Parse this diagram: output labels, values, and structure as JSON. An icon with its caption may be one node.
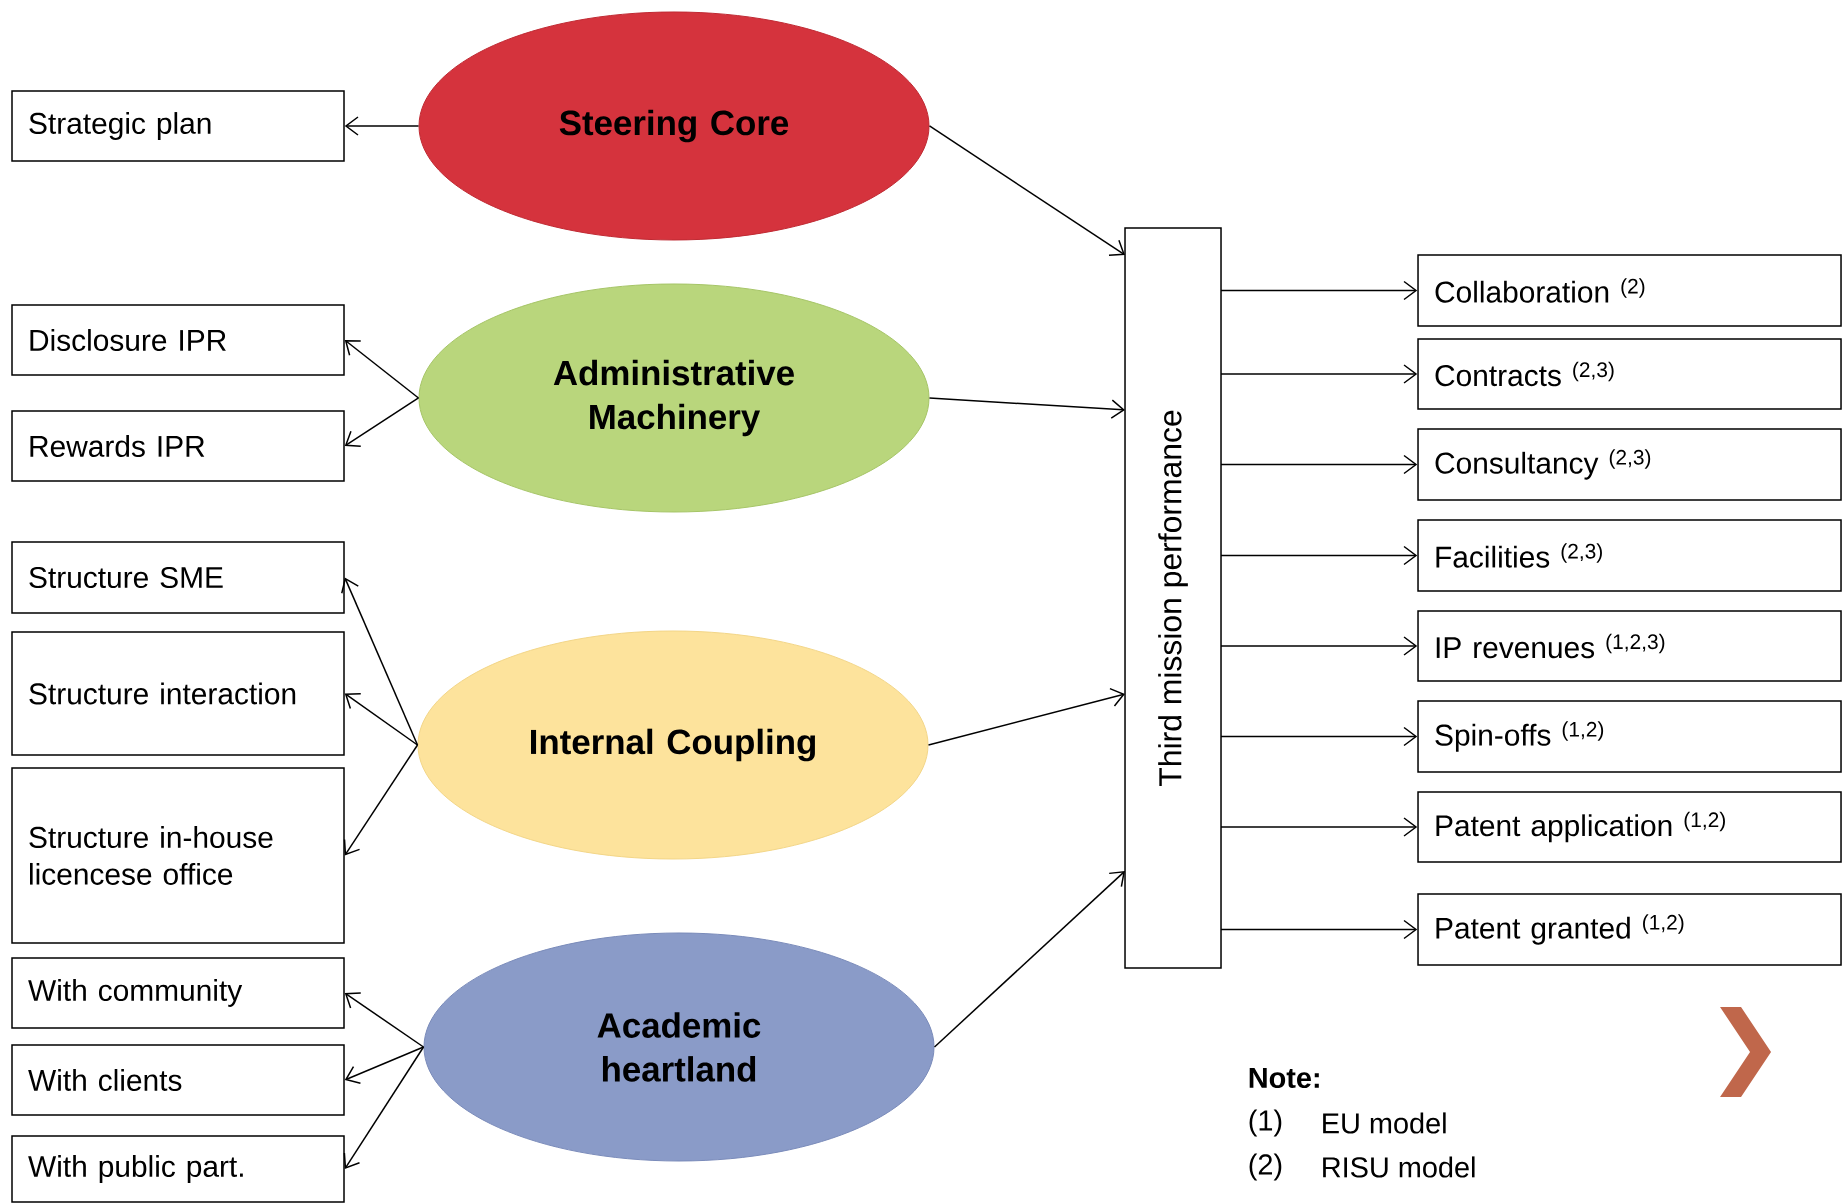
{
  "diagram": {
    "nodes": [
      {
        "text": [
          "Strategic plan"
        ]
      },
      {
        "text": [
          "Steering Core"
        ]
      },
      {
        "text": [
          "Disclosure IPR"
        ]
      },
      {
        "text": [
          "Rewards IPR"
        ]
      },
      {
        "text": [
          "Administrative Machinery"
        ]
      },
      {
        "text": [
          "Structure SME"
        ]
      },
      {
        "text": [
          "Structure interaction"
        ]
      },
      {
        "text": [
          "Structure in-house licencese office"
        ]
      },
      {
        "text": [
          "Internal Coupling"
        ]
      },
      {
        "text": [
          "With community"
        ]
      },
      {
        "text": [
          "With clients"
        ]
      },
      {
        "text": [
          "With public part."
        ]
      },
      {
        "text": [
          "Academic heartland"
        ]
      },
      {
        "text": [
          "Third mission performance"
        ]
      },
      {
        "text": [
          "Collaboration $^{(2)}$"
        ]
      },
      {
        "text": [
          "Contracts $^{(2,3)}$"
        ]
      },
      {
        "text": [
          "Consultancy $^{(2,3)}$"
        ]
      },
      {
        "text": [
          "Facilities $^{(2,3)}$"
        ]
      },
      {
        "text": [
          "IP revenues $^{(1,2,3)}$"
        ]
      },
      {
        "text": [
          "Spin-offs $^{(1,2)}$"
        ]
      },
      {
        "text": [
          "Patent application $^{(1,2)}$"
        ]
      },
      {
        "text": [
          "Patent granted $^{(1,2)}$"
        ]
      }
    ],
    "edges": [
      {
        "from": 1,
        "to": 0,
        "arrow": "to"
      },
      {
        "from": 4,
        "to": 2,
        "arrow": "to"
      },
      {
        "from": 4,
        "to": 3,
        "arrow": "to"
      },
      {
        "from": 8,
        "to": 5,
        "arrow": "to"
      },
      {
        "from": 8,
        "to": 6,
        "arrow": "to"
      },
      {
        "from": 8,
        "to": 7,
        "arrow": "to"
      },
      {
        "from": 12,
        "to": 9,
        "arrow": "to"
      },
      {
        "from": 12,
        "to": 10,
        "arrow": "to"
      },
      {
        "from": 12,
        "to": 11,
        "arrow": "to"
      },
      {
        "from": 1,
        "to": 13,
        "arrow": "to"
      },
      {
        "from": 4,
        "to": 13,
        "arrow": "to"
      },
      {
        "from": 8,
        "to": 13,
        "arrow": "to"
      },
      {
        "from": 12,
        "to": 13,
        "arrow": "to"
      },
      {
        "from": 13,
        "to": 14,
        "arrow": "to"
      },
      {
        "from": 13,
        "to": 15,
        "arrow": "to"
      },
      {
        "from": 13,
        "to": 16,
        "arrow": "to"
      },
      {
        "from": 13,
        "to": 17,
        "arrow": "to"
      },
      {
        "from": 13,
        "to": 18,
        "arrow": "to"
      },
      {
        "from": 13,
        "to": 19,
        "arrow": "to"
      },
      {
        "from": 13,
        "to": 20,
        "arrow": "to"
      },
      {
        "from": 13,
        "to": 21,
        "arrow": "to"
      }
    ],
    "labels": [
      "Note:",
      "(1)",
      "EU model",
      "(2)",
      "RISU model"
    ]
  }
}
